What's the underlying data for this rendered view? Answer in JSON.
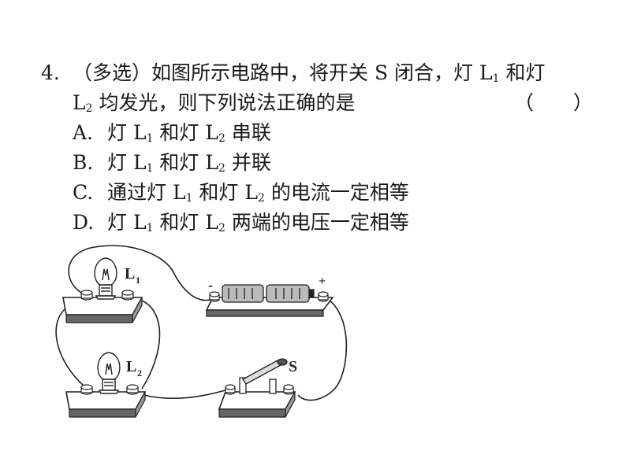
{
  "question": {
    "number": "4.",
    "tag": "（多选）",
    "stem_part1": "如图所示电路中，将开关 S 闭合，灯 L",
    "stem_sub1": "1",
    "stem_part2": " 和灯",
    "stem_line2_pre": "L",
    "stem_line2_sub": "2",
    "stem_line2_post": " 均发光，则下列说法正确的是",
    "answer_paren": "（　　）"
  },
  "options": [
    {
      "letter": "A.",
      "pre": "灯 L",
      "s1": "1",
      "mid": " 和灯 L",
      "s2": "2",
      "post": " 串联"
    },
    {
      "letter": "B.",
      "pre": "灯 L",
      "s1": "1",
      "mid": " 和灯 L",
      "s2": "2",
      "post": " 并联"
    },
    {
      "letter": "C.",
      "pre": "通过灯 L",
      "s1": "1",
      "mid": " 和灯 L",
      "s2": "2",
      "post": " 的电流一定相等"
    },
    {
      "letter": "D.",
      "pre": "灯 L",
      "s1": "1",
      "mid": " 和灯 L",
      "s2": "2",
      "post": " 两端的电压一定相等"
    }
  ],
  "figure": {
    "lamp1_label": "L",
    "lamp1_sub": "1",
    "lamp2_label": "L",
    "lamp2_sub": "2",
    "switch_label": "S",
    "battery_minus": "-",
    "battery_plus": "+"
  }
}
